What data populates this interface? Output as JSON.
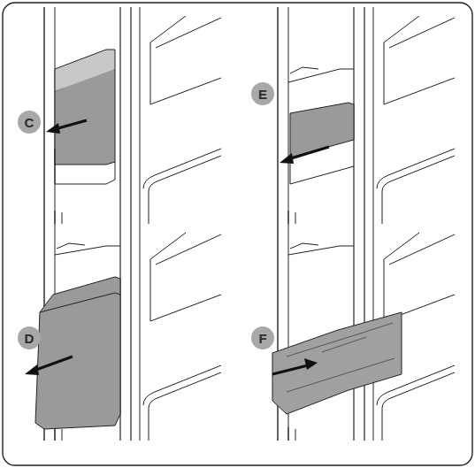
{
  "diagram": {
    "nodes": [
      {
        "text": [
          "C"
        ]
      },
      {
        "text": [
          "E"
        ]
      },
      {
        "text": [
          "D"
        ]
      },
      {
        "text": [
          "F"
        ]
      }
    ]
  }
}
